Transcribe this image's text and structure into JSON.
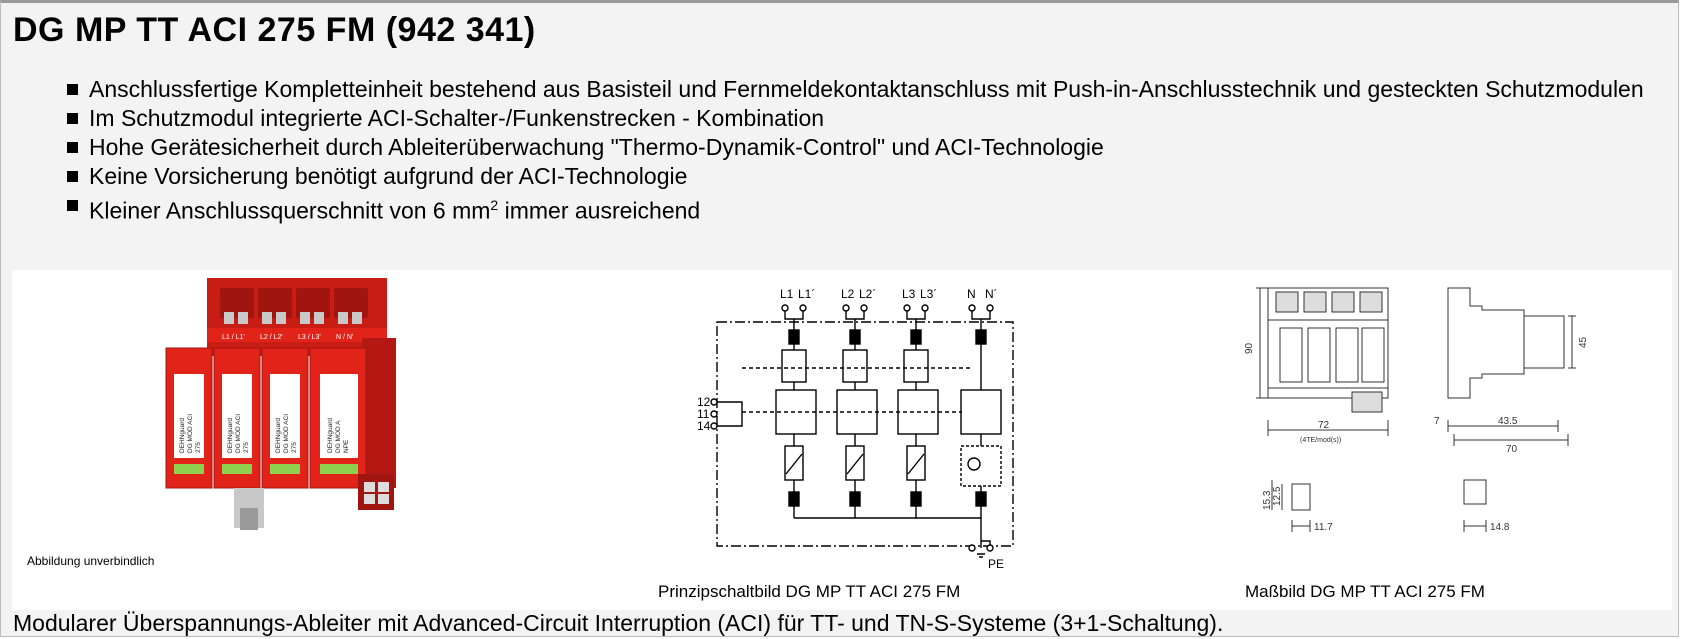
{
  "title": "DG MP TT ACI 275 FM (942 341)",
  "bullets": [
    {
      "text": "Anschlussfertige Kompletteinheit bestehend aus Basisteil und Fernmeldekontaktanschluss mit Push-in-Anschlusstechnik und gesteckten Schutzmodulen"
    },
    {
      "text": "Im Schutzmodul integrierte ACI-Schalter-/Funkenstrecken - Kombination"
    },
    {
      "text": "Hohe Gerätesicherheit durch Ableiterüberwachung \"Thermo-Dynamik-Control\" und ACI-Technologie"
    },
    {
      "text": "Keine Vorsicherung benötigt aufgrund der ACI-Technologie"
    },
    {
      "pre": "Kleiner Anschlussquerschnitt von 6 mm",
      "sup": "2",
      "post": " immer ausreichend"
    }
  ],
  "product_image": {
    "caption": "Abbildung unverbindlich",
    "terminal_labels": [
      "L1 / L1'",
      "L2 / L2'",
      "L3 / L3'",
      "N / N'"
    ],
    "module_labels": [
      [
        "DEHNguard",
        "DG MOD ACI",
        "275"
      ],
      [
        "DEHNguard",
        "DG MOD ACI",
        "275"
      ],
      [
        "DEHNguard",
        "DG MOD ACI",
        "275"
      ],
      [
        "DEHNguard",
        "DG MOD A",
        "NPE"
      ]
    ],
    "colors": {
      "housing": "#e2231a",
      "housing_dark": "#b31812",
      "label": "#ffffff",
      "window": "#8fd14f"
    }
  },
  "schematic": {
    "caption": "Prinzipschaltbild DG MP TT ACI 275 FM",
    "top_labels": [
      "L1",
      "L1´",
      "L2",
      "L2´",
      "L3",
      "L3´",
      "N",
      "N´"
    ],
    "side_labels": [
      "12",
      "11",
      "14"
    ],
    "pe_label": "PE"
  },
  "dimension_drawing": {
    "caption": "Maßbild DG MP TT ACI 275 FM",
    "labels": {
      "height": "90",
      "width": "72",
      "width_note": "(4TE/mod(s))",
      "depth_total": "70",
      "depth_front": "43.5",
      "offset": "7",
      "front_height": "45",
      "connector_h1": "15.3",
      "connector_h2": "12.5",
      "connector_w1": "11.7",
      "connector_w2": "14.8"
    }
  },
  "footer": "Modularer Überspannungs-Ableiter mit Advanced-Circuit Interruption (ACI) für TT- und TN-S-Systeme (3+1-Schaltung)."
}
